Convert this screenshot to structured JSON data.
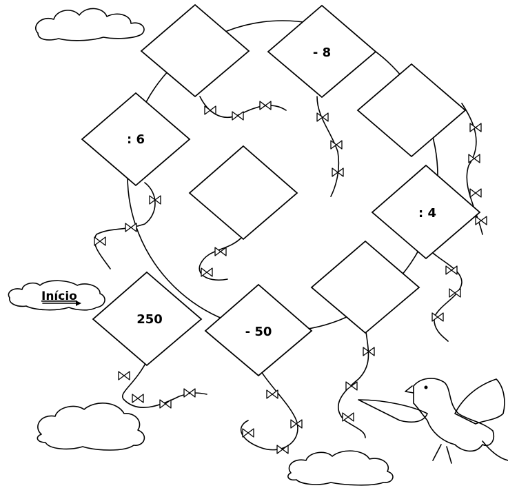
{
  "start_label": "Início",
  "kites": [
    {
      "text": "250"
    },
    {
      "text": "- 50"
    },
    {
      "text": ""
    },
    {
      "text": ": 4"
    },
    {
      "text": ""
    },
    {
      "text": "- 8"
    },
    {
      "text": ""
    },
    {
      "text": ": 6"
    },
    {
      "text": ""
    }
  ],
  "colors": {
    "ink": "#000000",
    "paper": "#ffffff"
  }
}
